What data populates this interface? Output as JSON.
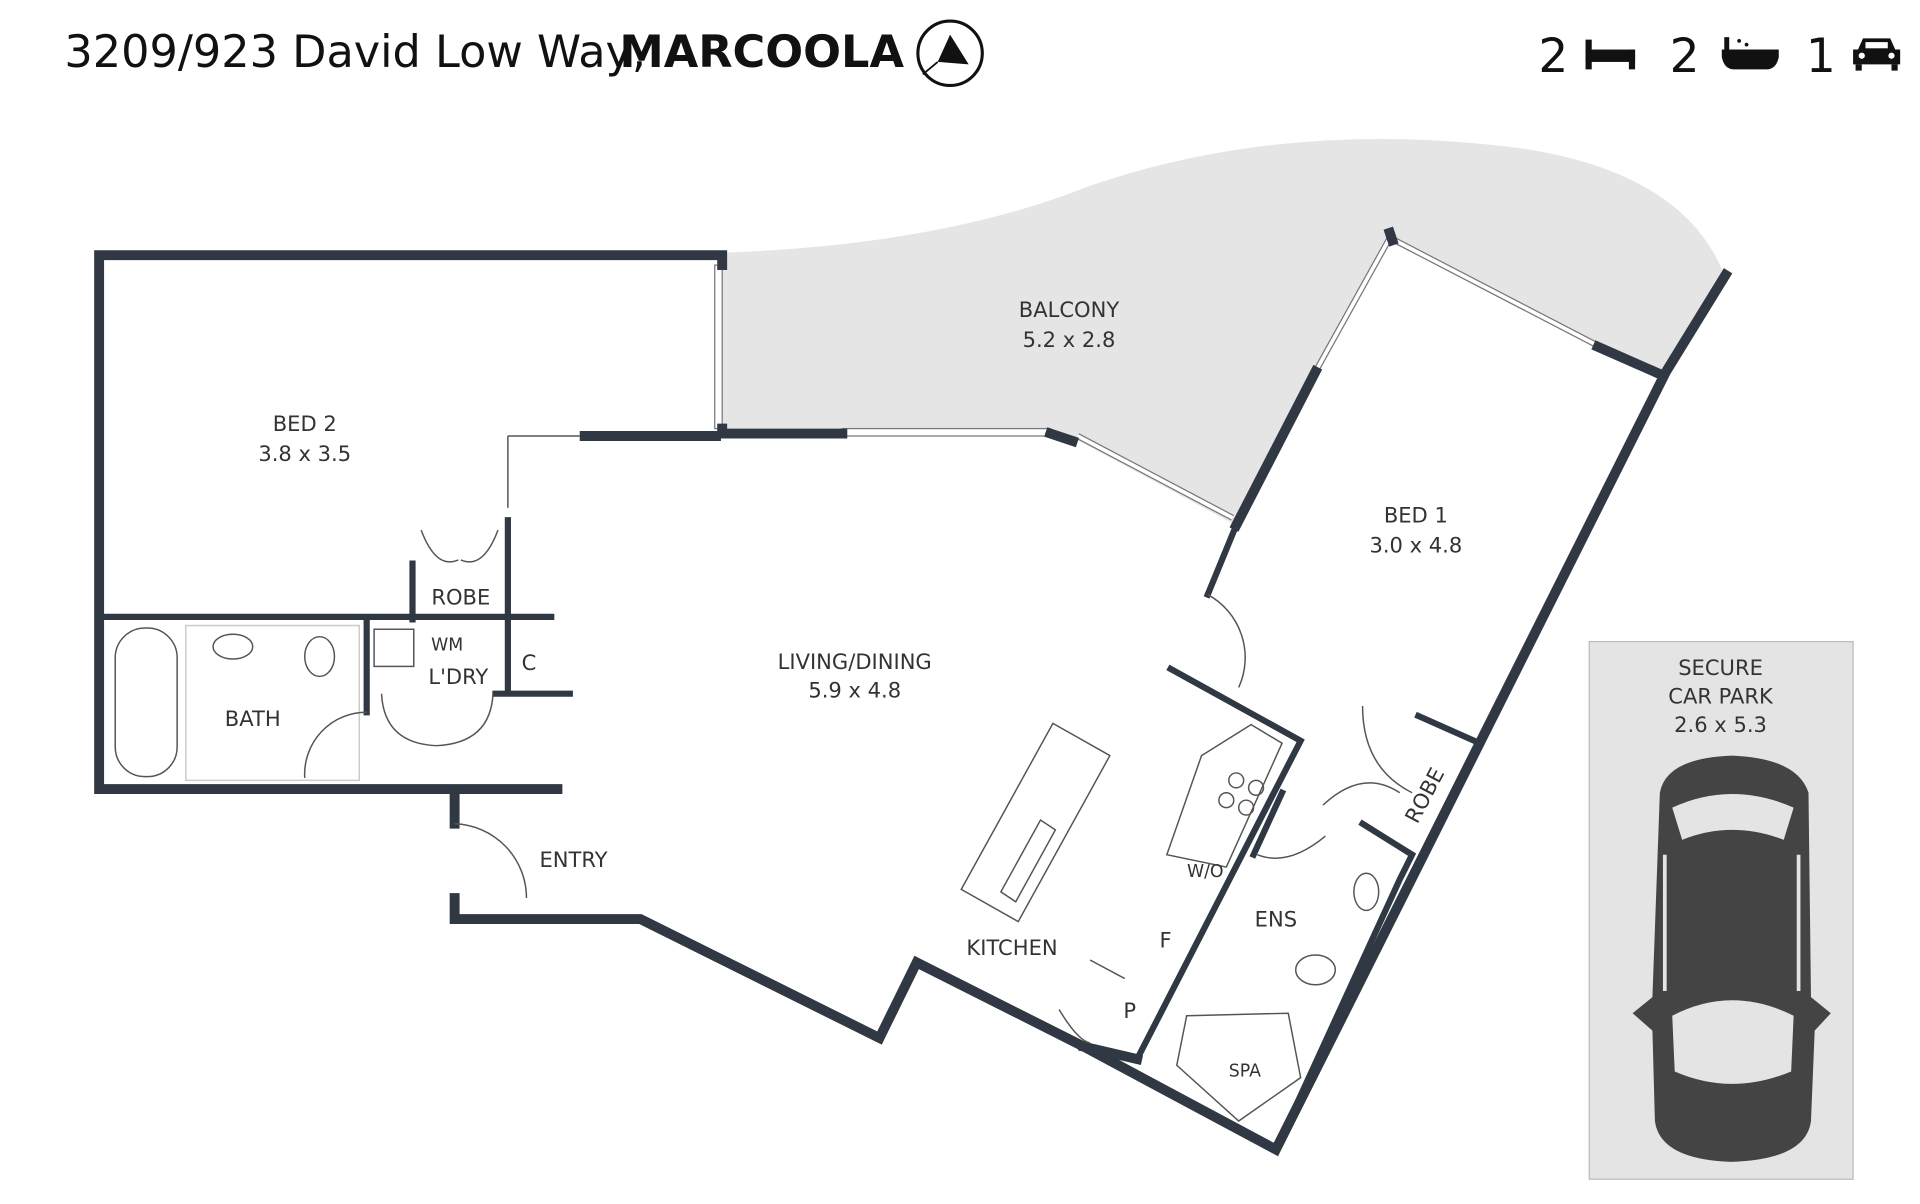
{
  "header": {
    "address": "3209/923 David Low Way,",
    "suburb": "MARCOOLA",
    "compass_icon": "north-arrow-icon",
    "beds": "2",
    "baths": "2",
    "cars": "1"
  },
  "rooms": {
    "bed2": {
      "name": "BED 2",
      "size": "3.8 x 3.5"
    },
    "balcony": {
      "name": "BALCONY",
      "size": "5.2 x 2.8"
    },
    "bed1": {
      "name": "BED 1",
      "size": "3.0 x 4.8"
    },
    "living": {
      "name": "LIVING/DINING",
      "size": "5.9 x 4.8"
    },
    "carpark": {
      "line1": "SECURE",
      "line2": "CAR PARK",
      "size": "2.6 x 5.3"
    },
    "robe_left": "ROBE",
    "robe_right": "ROBE",
    "wm": "WM",
    "laundry": "L'DRY",
    "cupboard": "C",
    "bath": "BATH",
    "entry": "ENTRY",
    "kitchen": "KITCHEN",
    "wo": "W/O",
    "fridge": "F",
    "pantry": "P",
    "ensuite": "ENS",
    "spa": "SPA"
  },
  "colors": {
    "wall": "#2f3843",
    "balcony": "#e5e5e5",
    "carpark": "#e4e4e4"
  }
}
